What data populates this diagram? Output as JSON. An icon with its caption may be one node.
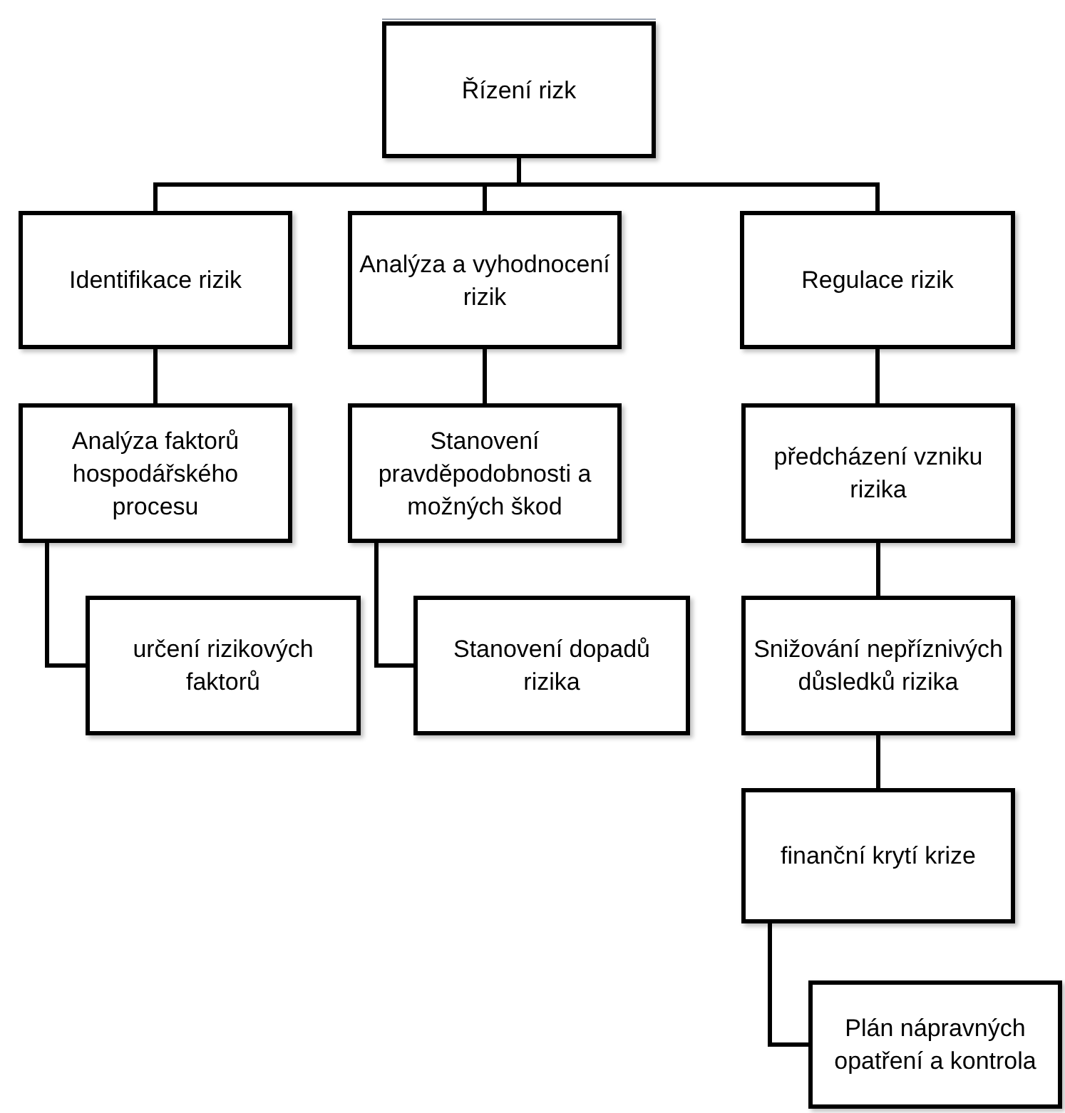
{
  "diagram": {
    "nodes": [
      {
        "text": [
          "Řízení rizk"
        ]
      },
      {
        "text": [
          "Identifikace rizik"
        ]
      },
      {
        "text": [
          "Analýza a vyhodnocení rizik"
        ]
      },
      {
        "text": [
          "Regulace rizik"
        ]
      },
      {
        "text": [
          "Analýza faktorů hospodářského procesu"
        ]
      },
      {
        "text": [
          "Stanovení pravděpodobnosti a možných škod"
        ]
      },
      {
        "text": [
          "předcházení vzniku rizika"
        ]
      },
      {
        "text": [
          "určení rizikových faktorů"
        ]
      },
      {
        "text": [
          "Stanovení dopadů rizika"
        ]
      },
      {
        "text": [
          "Snižování nepříznivých důsledků rizika"
        ]
      },
      {
        "text": [
          "finanční krytí krize"
        ]
      },
      {
        "text": [
          "Plán nápravných opatření a kontrola"
        ]
      }
    ],
    "edges": [
      {
        "from": 0,
        "to": 1,
        "arrow": "none"
      },
      {
        "from": 0,
        "to": 2,
        "arrow": "none"
      },
      {
        "from": 0,
        "to": 3,
        "arrow": "none"
      },
      {
        "from": 1,
        "to": 4,
        "arrow": "none"
      },
      {
        "from": 2,
        "to": 5,
        "arrow": "none"
      },
      {
        "from": 3,
        "to": 6,
        "arrow": "none"
      },
      {
        "from": 4,
        "to": 7,
        "arrow": "none"
      },
      {
        "from": 5,
        "to": 8,
        "arrow": "none"
      },
      {
        "from": 6,
        "to": 9,
        "arrow": "none"
      },
      {
        "from": 9,
        "to": 10,
        "arrow": "none"
      },
      {
        "from": 10,
        "to": 11,
        "arrow": "none"
      }
    ]
  }
}
